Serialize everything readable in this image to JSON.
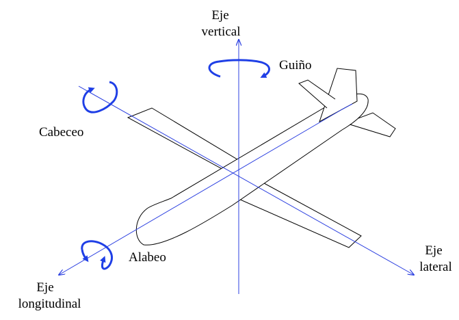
{
  "labels": {
    "vertical_axis": [
      "Eje",
      "vertical"
    ],
    "lateral_axis": [
      "Eje",
      "lateral"
    ],
    "longitudinal_axis": [
      "Eje",
      "longitudinal"
    ],
    "yaw": "Guiño",
    "pitch": "Cabeceo",
    "roll": "Alabeo"
  },
  "colors": {
    "axis": "#2b3fe0",
    "rotation_arrow": "#1f3fe6",
    "outline": "#000000",
    "background": "#ffffff"
  }
}
